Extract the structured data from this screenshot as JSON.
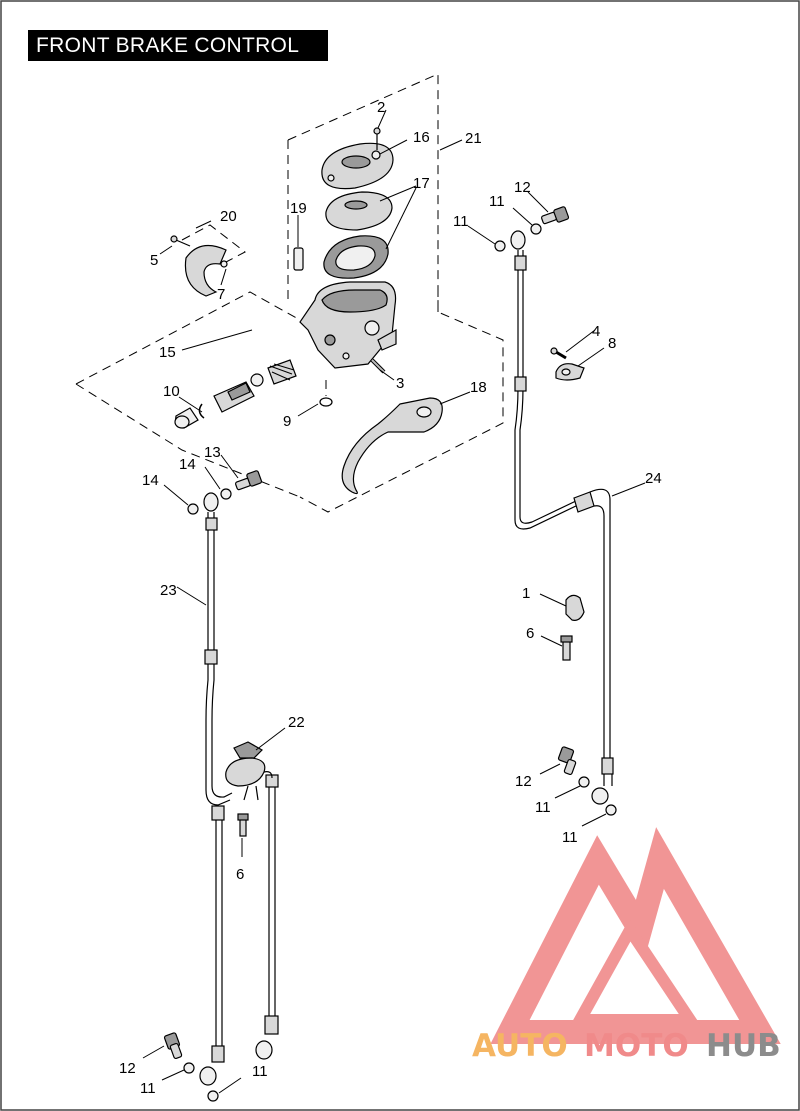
{
  "title": "FRONT BRAKE CONTROL",
  "colors": {
    "logo_primary": "#f08a8a",
    "logo_orange": "#f5b562",
    "logo_gray": "#8c8c8c"
  },
  "logo": {
    "part1": "AUTO",
    "part2": "MOTO",
    "part3": "HUB"
  },
  "callouts": {
    "c1": "1",
    "c2": "2",
    "c3": "3",
    "c4": "4",
    "c5": "5",
    "c6a": "6",
    "c6b": "6",
    "c7": "7",
    "c8": "8",
    "c9": "9",
    "c10": "10",
    "c11a": "11",
    "c11b": "11",
    "c11c": "11",
    "c11d": "11",
    "c11e": "11",
    "c11f": "11",
    "c12a": "12",
    "c12b": "12",
    "c12c": "12",
    "c13": "13",
    "c14a": "14",
    "c14b": "14",
    "c15": "15",
    "c16": "16",
    "c17": "17",
    "c18": "18",
    "c19": "19",
    "c20": "20",
    "c21": "21",
    "c22": "22",
    "c23": "23",
    "c24": "24"
  }
}
